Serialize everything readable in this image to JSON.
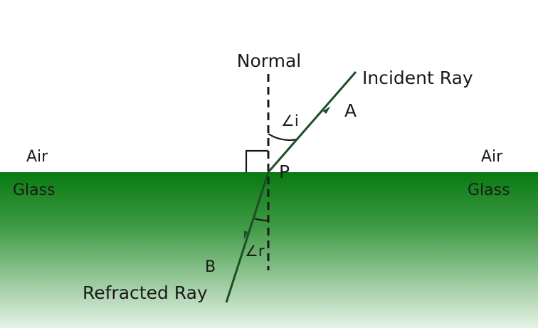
{
  "labels": {
    "normal": "Normal",
    "incident_ray": "Incident Ray",
    "refracted_ray": "Refracted Ray",
    "point_a": "A",
    "point_b": "B",
    "point_p": "P",
    "angle_i": "∠i",
    "angle_r": "∠r",
    "air_left": "Air",
    "air_right": "Air",
    "glass_left": "Glass",
    "glass_right": "Glass"
  },
  "colors": {
    "glass_top": "#087a10",
    "glass_bottom": "#e6f2e6",
    "ray": "#1e4d26",
    "lines": "#1a1a1a",
    "text": "#1a1a1a"
  }
}
